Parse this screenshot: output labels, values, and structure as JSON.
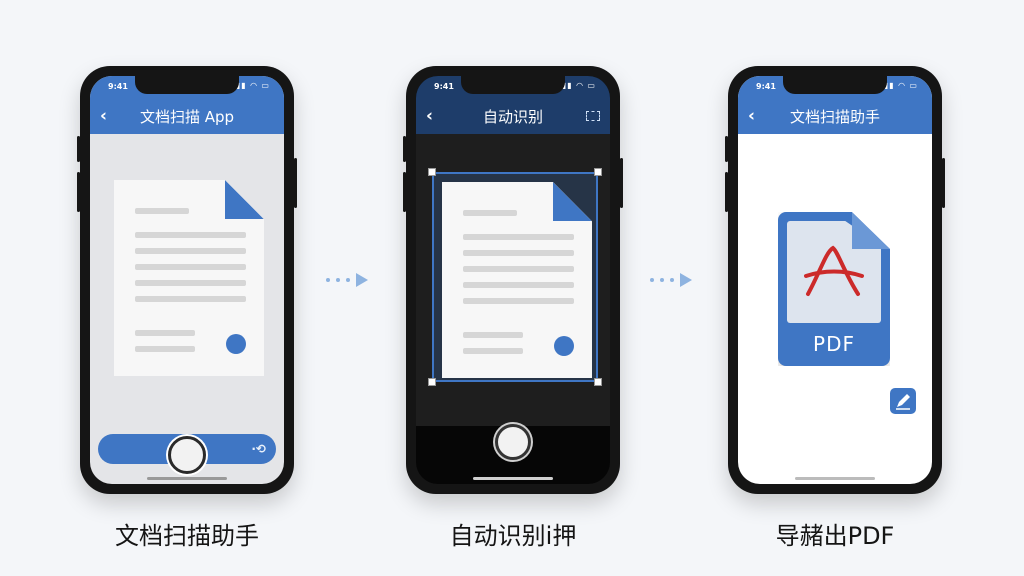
{
  "colors": {
    "accent": "#3f76c4",
    "navy_bar": "#1e3d6a",
    "phone_body": "#151515",
    "background": "#f4f6f9"
  },
  "phones": [
    {
      "status_time": "9:41",
      "back_icon": "chevron-left-icon",
      "title": "文档扫描 App",
      "caption": "文档扫描助手"
    },
    {
      "status_time": "9:41",
      "back_icon": "chevron-left-icon",
      "title": "自动识别",
      "caption": "自动识别i押"
    },
    {
      "status_time": "9:41",
      "back_icon": "chevron-left-icon",
      "title": "文档扫描助手",
      "pdf_label": "PDF",
      "caption": "导赭出PDF"
    }
  ]
}
